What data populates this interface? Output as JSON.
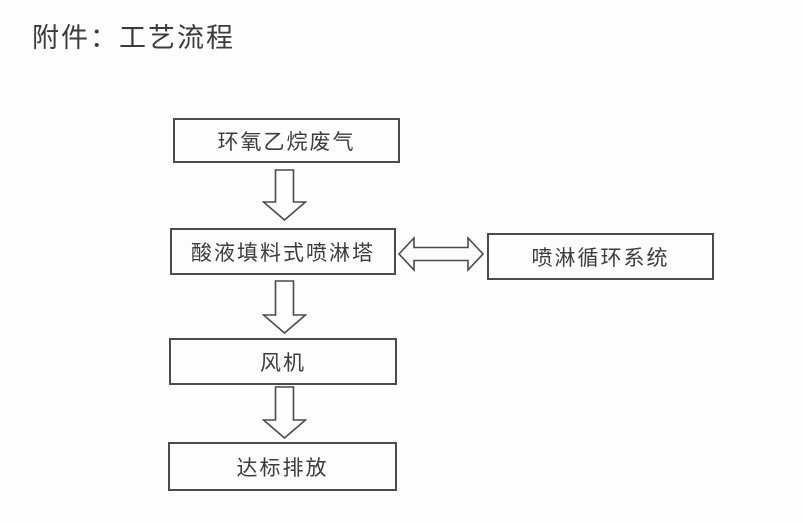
{
  "page": {
    "title": "附件：工艺流程",
    "background_color": "#fdfdfd"
  },
  "flowchart": {
    "line_color": "#4a4a4a",
    "text_color": "#3c3c3c",
    "nodes": [
      {
        "id": "eo-waste-gas",
        "label": "环氧乙烷废气"
      },
      {
        "id": "acid-packed-spray-tower",
        "label": "酸液填料式喷淋塔"
      },
      {
        "id": "spray-circulation-system",
        "label": "喷淋循环系统"
      },
      {
        "id": "fan",
        "label": "风机"
      },
      {
        "id": "compliant-discharge",
        "label": "达标排放"
      }
    ],
    "connectors": [
      {
        "type": "block-arrow",
        "direction": "down",
        "from": "eo-waste-gas",
        "to": "acid-packed-spray-tower"
      },
      {
        "type": "block-arrow",
        "direction": "left-right",
        "from": "acid-packed-spray-tower",
        "to": "spray-circulation-system"
      },
      {
        "type": "block-arrow",
        "direction": "down",
        "from": "acid-packed-spray-tower",
        "to": "fan"
      },
      {
        "type": "block-arrow",
        "direction": "down",
        "from": "fan",
        "to": "compliant-discharge"
      }
    ]
  }
}
